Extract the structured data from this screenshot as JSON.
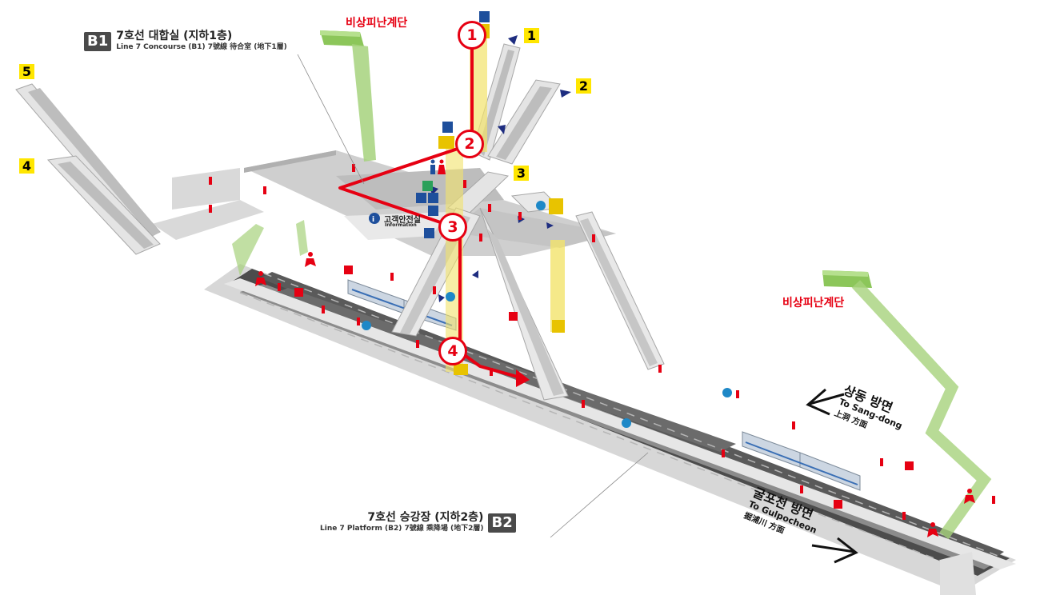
{
  "concourse": {
    "badge": "B1",
    "title": "7호선 대합실 (지하1층)",
    "subtitle": "Line 7 Concourse (B1) 7號線 待合室 (地下1層)"
  },
  "platform": {
    "badge": "B2",
    "title": "7호선 승강장 (지하2층)",
    "subtitle": "Line 7 Platform (B2) 7號線 乘降場 (地下2層)"
  },
  "exits": [
    "1",
    "2",
    "3",
    "4",
    "5"
  ],
  "emergency_stairs": [
    "비상피난계단",
    "비상피난계단"
  ],
  "route_steps": [
    "1",
    "2",
    "3",
    "4"
  ],
  "information": {
    "ko": "고객안전실",
    "en": "Information"
  },
  "directions": {
    "sangdong": {
      "ko": "상동 방면",
      "en": "To Sang-dong",
      "hanja": "上洞 方面"
    },
    "gulpocheon": {
      "ko": "굴포천 방면",
      "en": "To Gulpocheon",
      "hanja": "掘浦川 方面"
    }
  },
  "colors": {
    "route": "#e60012",
    "exit_tag": "#ffe600",
    "emergency_stair": "#a6d27c",
    "floor": "#cfcfcf",
    "track": "#4a4a4a",
    "badge": "#4a4a4a",
    "facility_icon": "#1e4f9c",
    "elevator": "#f2e36b"
  },
  "icons": [
    "restroom-icon",
    "elevator-icon",
    "information-icon",
    "wheelchair-icon",
    "emergency-exit-icon",
    "phone-icon",
    "fire-extinguisher-icon",
    "train-icon",
    "escalator-icon"
  ]
}
